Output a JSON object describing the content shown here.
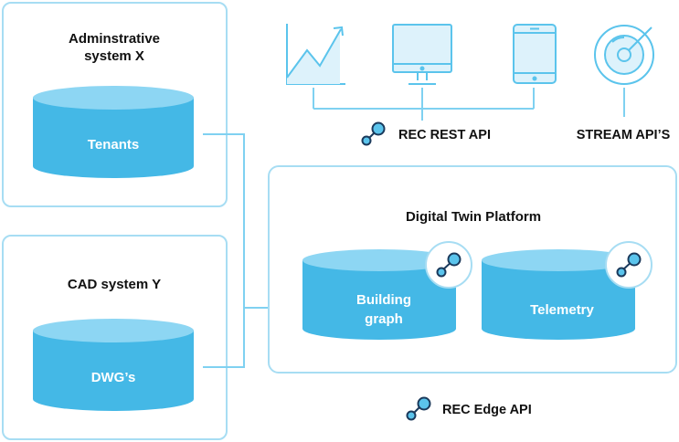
{
  "colors": {
    "accent": "#5BC4EC",
    "db_fill": "#44B8E6",
    "db_top": "#8DD6F3",
    "connector": "#7FD1F1",
    "box_border": "#A7DDF3",
    "text": "#111111"
  },
  "systems": {
    "admin": {
      "title_line1": "Adminstrative",
      "title_line2": "system X",
      "db_label": "Tenants"
    },
    "cad": {
      "title": "CAD system Y",
      "db_label": "DWG’s"
    }
  },
  "platform": {
    "title": "Digital Twin Platform",
    "building_graph": {
      "line1": "Building",
      "line2": "graph",
      "icon": "rec-link-icon"
    },
    "telemetry": {
      "label": "Telemetry",
      "icon": "rec-link-icon"
    }
  },
  "clients": [
    "chart-icon",
    "monitor-icon",
    "tablet-icon",
    "radar-icon"
  ],
  "apis": {
    "rest": "REC REST API",
    "stream": "STREAM API’S",
    "edge": "REC Edge API"
  }
}
